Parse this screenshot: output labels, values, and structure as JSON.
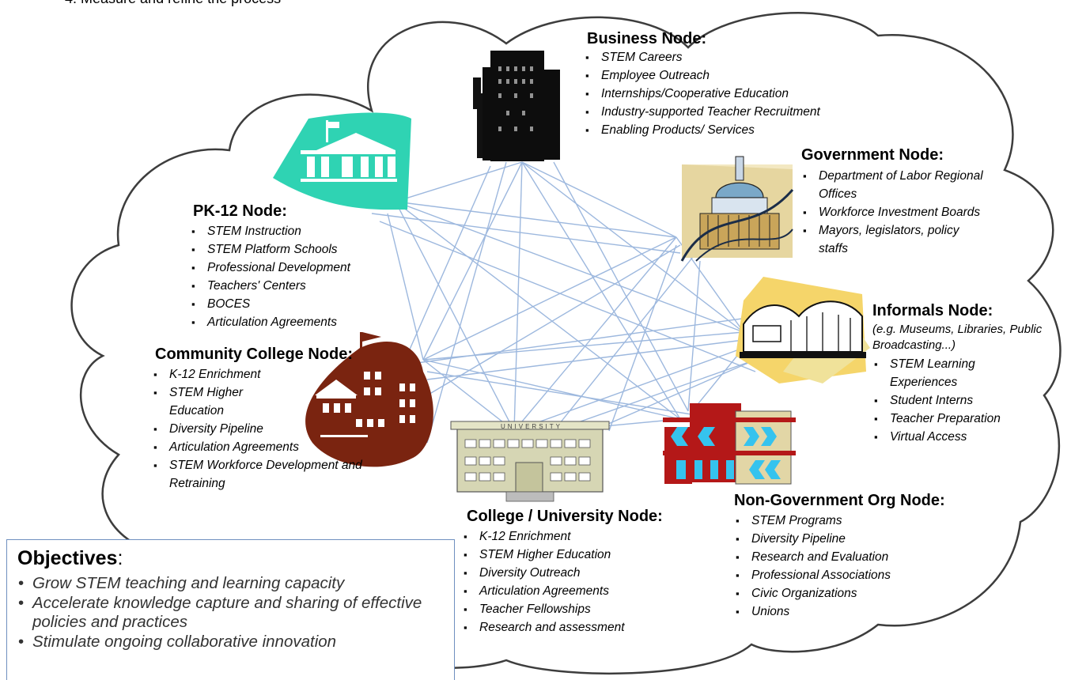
{
  "header": {
    "partial_text": "4.  Measure and refine the process"
  },
  "colors": {
    "connector": "#9db8de",
    "cloud_stroke": "#3d3d3d",
    "objectives_border": "#6f8fbf",
    "school_icon": "#2fd3b3",
    "cc_icon": "#7a2410",
    "ngo_red": "#b41818",
    "ngo_cyan": "#35c3ee"
  },
  "nodes": {
    "business": {
      "title": "Business Node:",
      "icon": "office-building-icon",
      "items": [
        "STEM Careers",
        "Employee Outreach",
        "Internships/Cooperative Education",
        "Industry-supported Teacher Recruitment",
        "Enabling Products/ Services"
      ]
    },
    "government": {
      "title": "Government Node:",
      "icon": "capitol-dome-icon",
      "items": [
        "Department of Labor Regional Offices",
        "Workforce Investment Boards",
        "Mayors, legislators, policy staffs"
      ]
    },
    "pk12": {
      "title": "PK-12 Node:",
      "icon": "schoolhouse-icon",
      "items": [
        "STEM Instruction",
        "STEM Platform Schools",
        "Professional Development",
        "Teachers' Centers",
        "BOCES",
        "Articulation Agreements"
      ]
    },
    "informals": {
      "title": "Informals Node:",
      "subtitle": "(e.g. Museums, Libraries, Public Broadcasting...)",
      "icon": "museum-building-icon",
      "items": [
        "STEM Learning Experiences",
        "Student Interns",
        "Teacher Preparation",
        "Virtual Access"
      ]
    },
    "community_college": {
      "title": "Community College Node:",
      "icon": "campus-buildings-icon",
      "items": [
        "K-12 Enrichment",
        "STEM Higher Education",
        "Diversity Pipeline",
        "Articulation Agreements",
        "STEM Workforce Development and Retraining"
      ]
    },
    "college_university": {
      "title": "College / University Node:",
      "icon": "university-building-icon",
      "building_sign": "UNIVERSITY",
      "items": [
        "K-12 Enrichment",
        "STEM Higher Education",
        "Diversity Outreach",
        "Articulation Agreements",
        "Teacher Fellowships",
        "Research and assessment"
      ]
    },
    "non_government": {
      "title": "Non-Government Org Node:",
      "icon": "storefront-building-icon",
      "items": [
        "STEM Programs",
        "Diversity Pipeline",
        "Research and Evaluation",
        "Professional Associations",
        "Civic Organizations",
        "Unions"
      ]
    }
  },
  "objectives": {
    "title": "Objectives",
    "colon": ":",
    "items": [
      "Grow STEM teaching and learning capacity",
      "Accelerate knowledge capture and sharing of effective policies and practices",
      "Stimulate ongoing collaborative innovation"
    ]
  }
}
